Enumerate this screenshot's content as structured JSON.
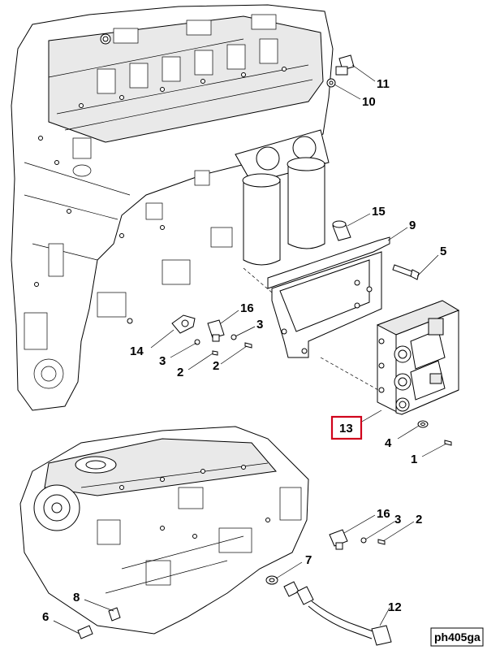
{
  "callouts": [
    {
      "id": "c11",
      "text": "11"
    },
    {
      "id": "c10",
      "text": "10"
    },
    {
      "id": "c15",
      "text": "15"
    },
    {
      "id": "c9",
      "text": "9"
    },
    {
      "id": "c5",
      "text": "5"
    },
    {
      "id": "c16a",
      "text": "16"
    },
    {
      "id": "c3a",
      "text": "3"
    },
    {
      "id": "c14",
      "text": "14"
    },
    {
      "id": "c3b",
      "text": "3"
    },
    {
      "id": "c2a",
      "text": "2"
    },
    {
      "id": "c2b",
      "text": "2"
    },
    {
      "id": "c13",
      "text": "13"
    },
    {
      "id": "c4",
      "text": "4"
    },
    {
      "id": "c1",
      "text": "1"
    },
    {
      "id": "c16b",
      "text": "16"
    },
    {
      "id": "c3c",
      "text": "3"
    },
    {
      "id": "c2c",
      "text": "2"
    },
    {
      "id": "c7",
      "text": "7"
    },
    {
      "id": "c8",
      "text": "8"
    },
    {
      "id": "c6",
      "text": "6"
    },
    {
      "id": "c12",
      "text": "12"
    }
  ],
  "highlighted_callout": "13",
  "highlight_color": "#d0021b",
  "figure_tag": "ph405ga"
}
